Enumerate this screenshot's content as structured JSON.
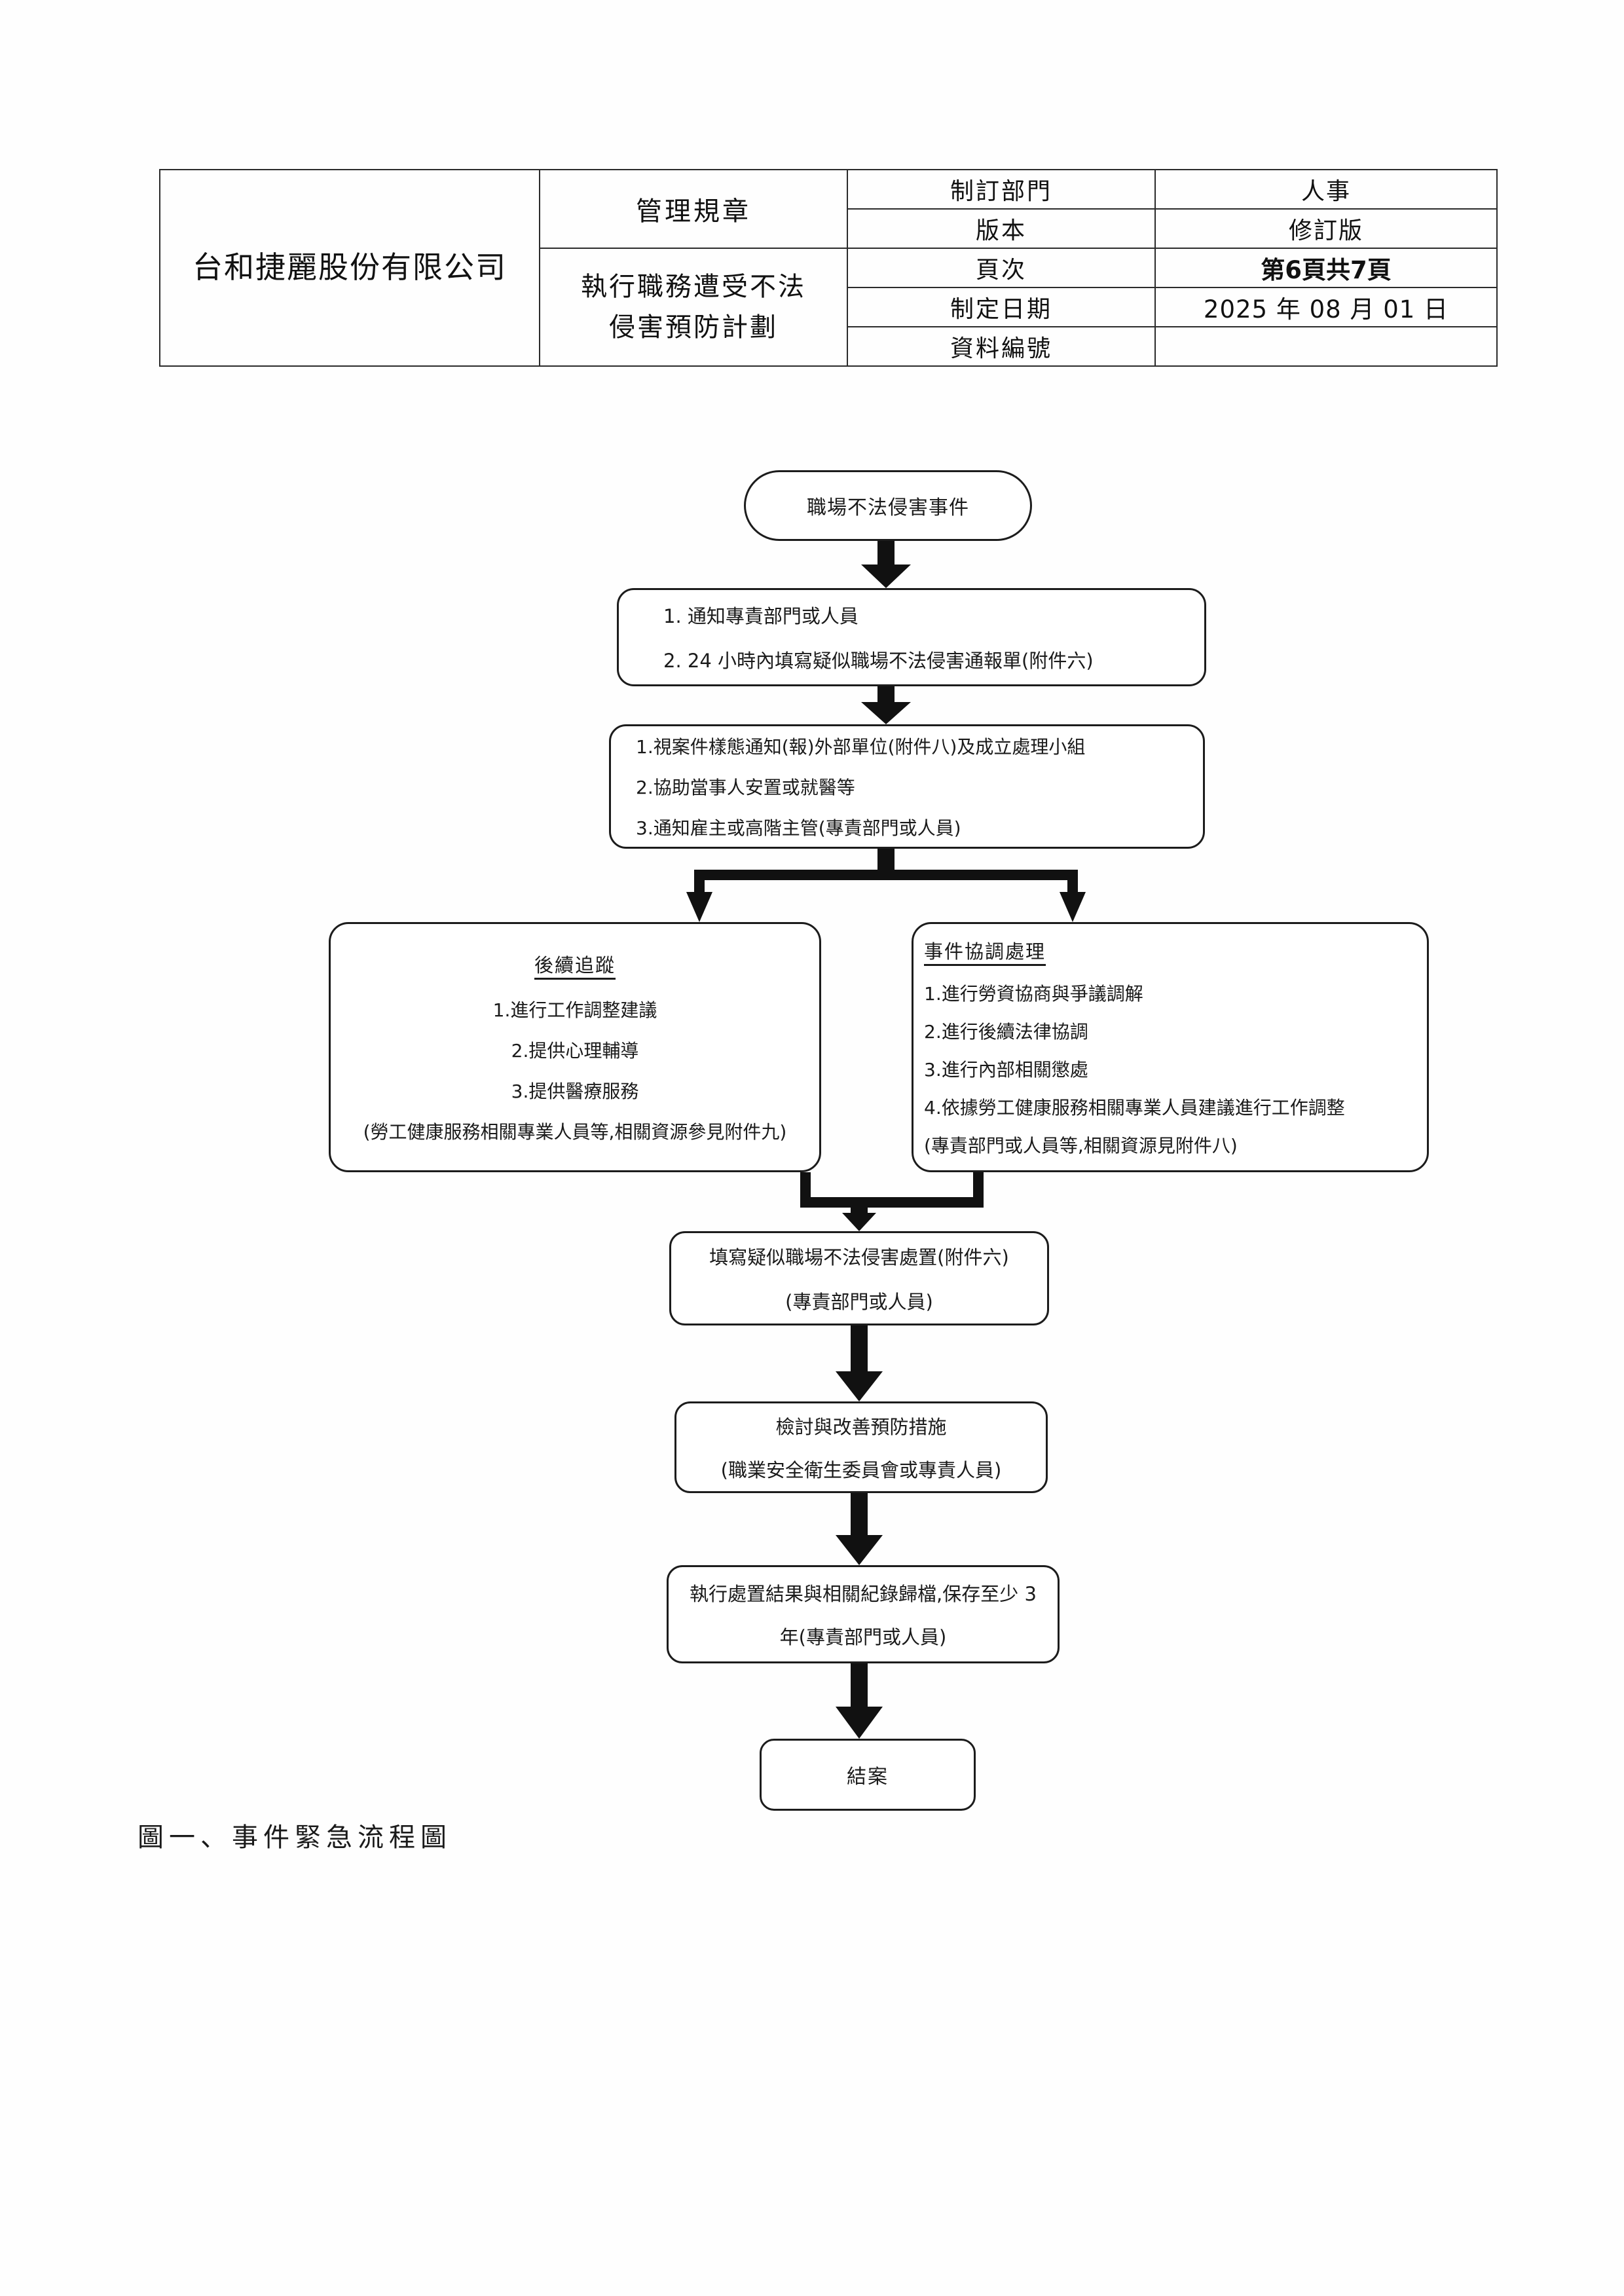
{
  "header": {
    "company": "台和捷麗股份有限公司",
    "doc_type": "管理規章",
    "doc_title_line1": "執行職務遭受不法",
    "doc_title_line2": "侵害預防計劃",
    "rows": [
      {
        "field": "制訂部門",
        "value": "人事"
      },
      {
        "field": "版本",
        "value": "修訂版"
      },
      {
        "field": "頁次",
        "value": "第6頁共7頁"
      },
      {
        "field": "制定日期",
        "value": "2025 年 08 月 01 日"
      },
      {
        "field": "資料編號",
        "value": ""
      }
    ]
  },
  "flowchart": {
    "start": {
      "label": "職場不法侵害事件"
    },
    "notify": {
      "items": [
        "1. 通知專責部門或人員",
        "2. 24 小時內填寫疑似職場不法侵害通報單(附件六)"
      ]
    },
    "handle": {
      "items": [
        "1.視案件樣態通知(報)外部單位(附件八)及成立處理小組",
        "2.協助當事人安置或就醫等",
        "3.通知雇主或高階主管(專責部門或人員)"
      ]
    },
    "followup": {
      "title": "後續追蹤",
      "items": [
        "1.進行工作調整建議",
        "2.提供心理輔導",
        "3.提供醫療服務"
      ],
      "note": "(勞工健康服務相關專業人員等,相關資源參見附件九)"
    },
    "coordination": {
      "title": "事件協調處理",
      "items": [
        "1.進行勞資協商與爭議調解",
        "2.進行後續法律協調",
        "3.進行內部相關懲處",
        "4.依據勞工健康服務相關專業人員建議進行工作調整"
      ],
      "note": "(專責部門或人員等,相關資源見附件八)"
    },
    "record": {
      "line1": "填寫疑似職場不法侵害處置(附件六)",
      "line2": "(專責部門或人員)"
    },
    "review": {
      "line1": "檢討與改善預防措施",
      "line2": "(職業安全衛生委員會或專責人員)"
    },
    "archive": {
      "line1": "執行處置結果與相關紀錄歸檔,保存至少 3",
      "line2": "年(專責部門或人員)"
    },
    "end": {
      "label": "結案"
    }
  },
  "caption": "圖一、事件緊急流程圖",
  "colors": {
    "ink": "#1a1a1a",
    "rule": "#2b2b2b",
    "paper": "#ffffff"
  }
}
